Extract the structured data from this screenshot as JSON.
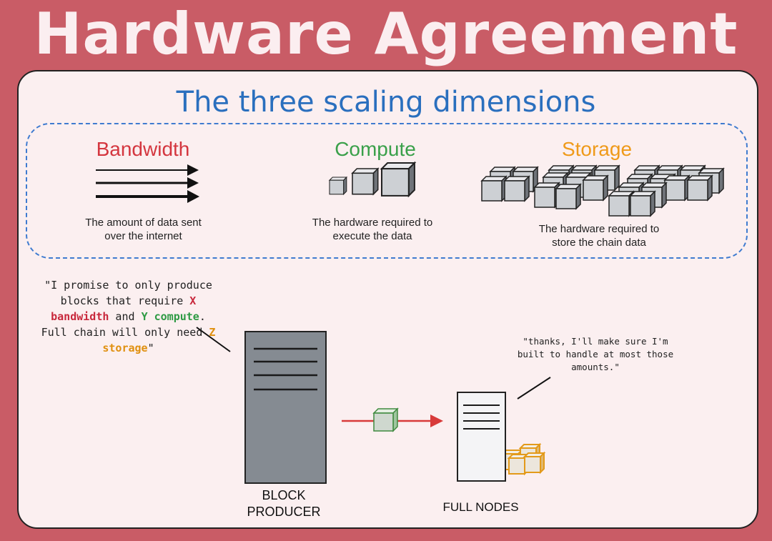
{
  "title": "Hardware Agreement",
  "subtitle": "The three scaling dimensions",
  "dimensions": [
    {
      "name": "Bandwidth",
      "color": "#d4363f",
      "description": "The amount of data sent over the internet"
    },
    {
      "name": "Compute",
      "color": "#3aa04a",
      "description": "The hardware required to execute the data"
    },
    {
      "name": "Storage",
      "color": "#ef9a1a",
      "description": "The hardware required to store the chain data"
    }
  ],
  "producer_quote": {
    "p1": "\"I promise to only produce blocks that require ",
    "x": "X bandwidth",
    "p2": " and ",
    "y": "Y compute",
    "p3": ". Full chain will only need ",
    "z": "Z storage",
    "p4": "\""
  },
  "node_quote": "\"thanks, I'll make sure I'm built to handle at most those amounts.\"",
  "labels": {
    "block_producer": "BLOCK PRODUCER",
    "full_nodes": "FULL NODES"
  },
  "icons": [
    "arrow-icon",
    "cube-icon",
    "server-icon"
  ]
}
